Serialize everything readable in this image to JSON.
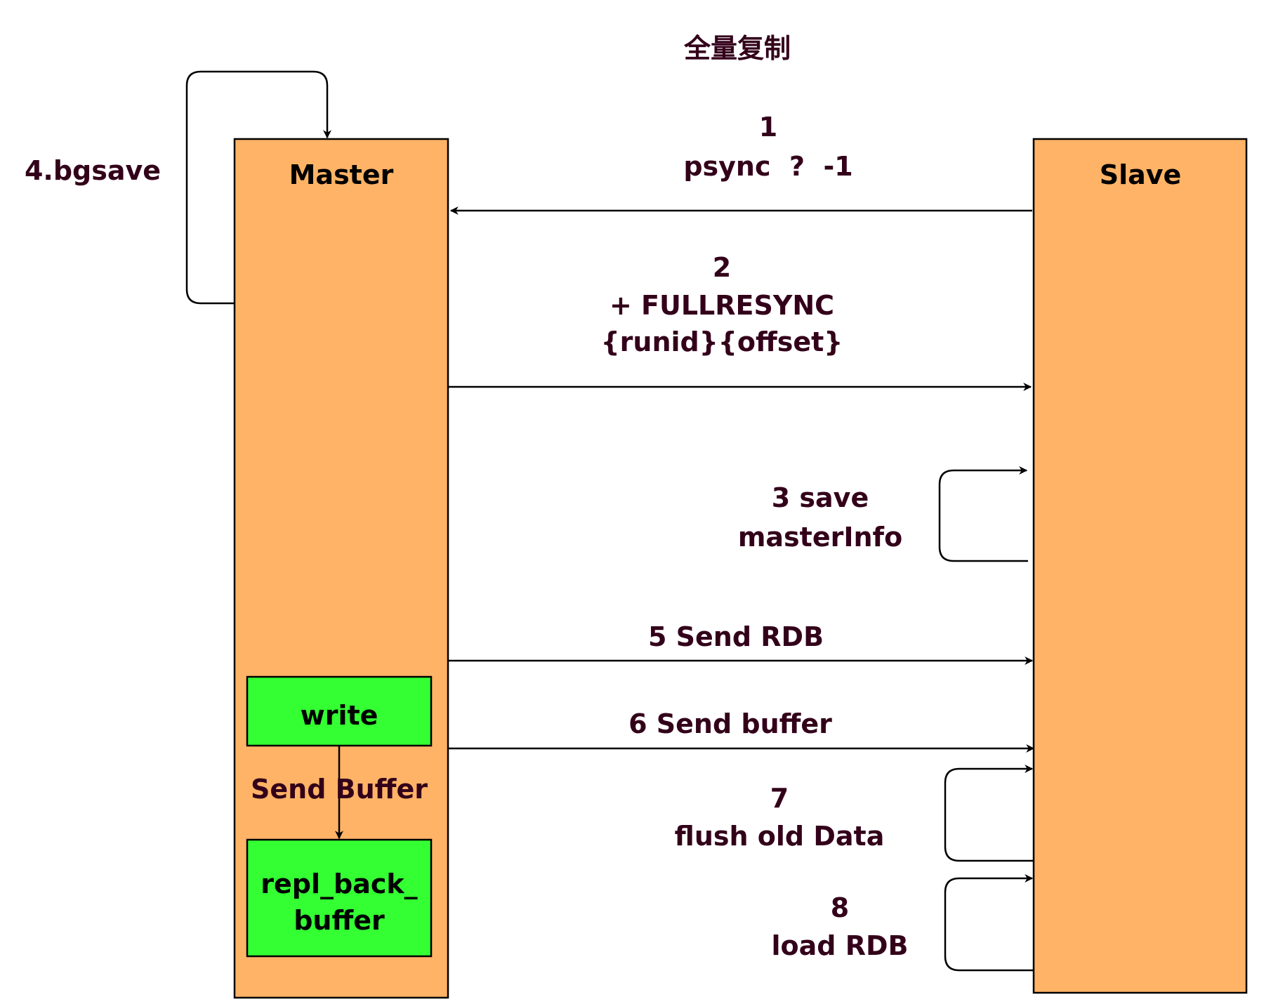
{
  "title": "全量复制",
  "colors": {
    "node_fill": "#FFB366",
    "inner_fill": "#33FF33",
    "text": "#33001A",
    "stroke": "#000000"
  },
  "nodes": {
    "master": {
      "label": "Master"
    },
    "slave": {
      "label": "Slave"
    },
    "write": {
      "label": "write"
    },
    "repl_back_buffer": {
      "label_lines": [
        "repl_back_",
        "buffer"
      ]
    }
  },
  "edges": {
    "step1": {
      "label_lines": [
        "1",
        "psync  ?  -1"
      ],
      "from": "Slave",
      "to": "Master"
    },
    "step2": {
      "label_lines": [
        "2",
        "+ FULLRESYNC",
        "{runid}{offset}"
      ],
      "from": "Master",
      "to": "Slave"
    },
    "step3": {
      "label_lines": [
        "3 save",
        "masterInfo"
      ],
      "from": "Slave",
      "to": "Slave"
    },
    "step4": {
      "label": "4.bgsave",
      "from": "Master",
      "to": "Master"
    },
    "step5": {
      "label": "5 Send RDB",
      "from": "Master",
      "to": "Slave"
    },
    "step6": {
      "label": "6 Send buffer",
      "from": "Master",
      "to": "Slave"
    },
    "step7": {
      "label_lines": [
        "7",
        "flush old Data"
      ],
      "from": "Slave",
      "to": "Slave"
    },
    "step8": {
      "label_lines": [
        "8",
        "load RDB"
      ],
      "from": "Slave",
      "to": "Slave"
    },
    "send_buffer": {
      "label": "Send Buffer",
      "from": "write",
      "to": "repl_back_buffer"
    }
  }
}
